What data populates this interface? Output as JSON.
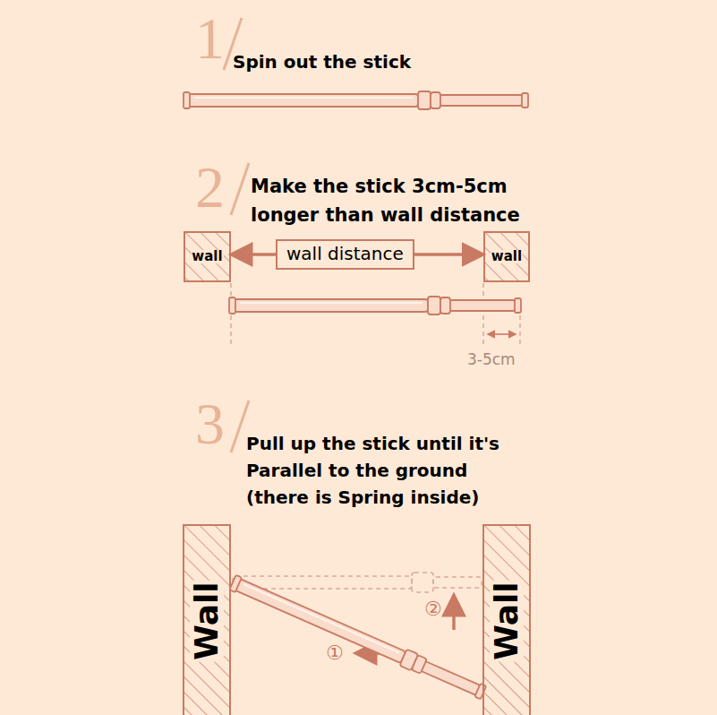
{
  "diagram": {
    "nodes": [
      {
        "text": [
          "wall"
        ]
      },
      {
        "text": [
          "wall distance"
        ]
      },
      {
        "text": [
          "wall"
        ]
      },
      {
        "text": [
          "Wall"
        ]
      },
      {
        "text": [
          "Wall"
        ]
      }
    ],
    "edges": [
      {
        "from": 1,
        "to": 0,
        "arrow": "to"
      },
      {
        "from": 1,
        "to": 2,
        "arrow": "to"
      }
    ],
    "labels": [
      "1",
      "Spin out the stick",
      "2",
      "Make the stick 3cm-5cm longer than wall distance",
      "3-5cm",
      "3",
      "Pull up the stick until it's Parallel to the ground (there is Spring inside)",
      "①",
      "②"
    ]
  }
}
